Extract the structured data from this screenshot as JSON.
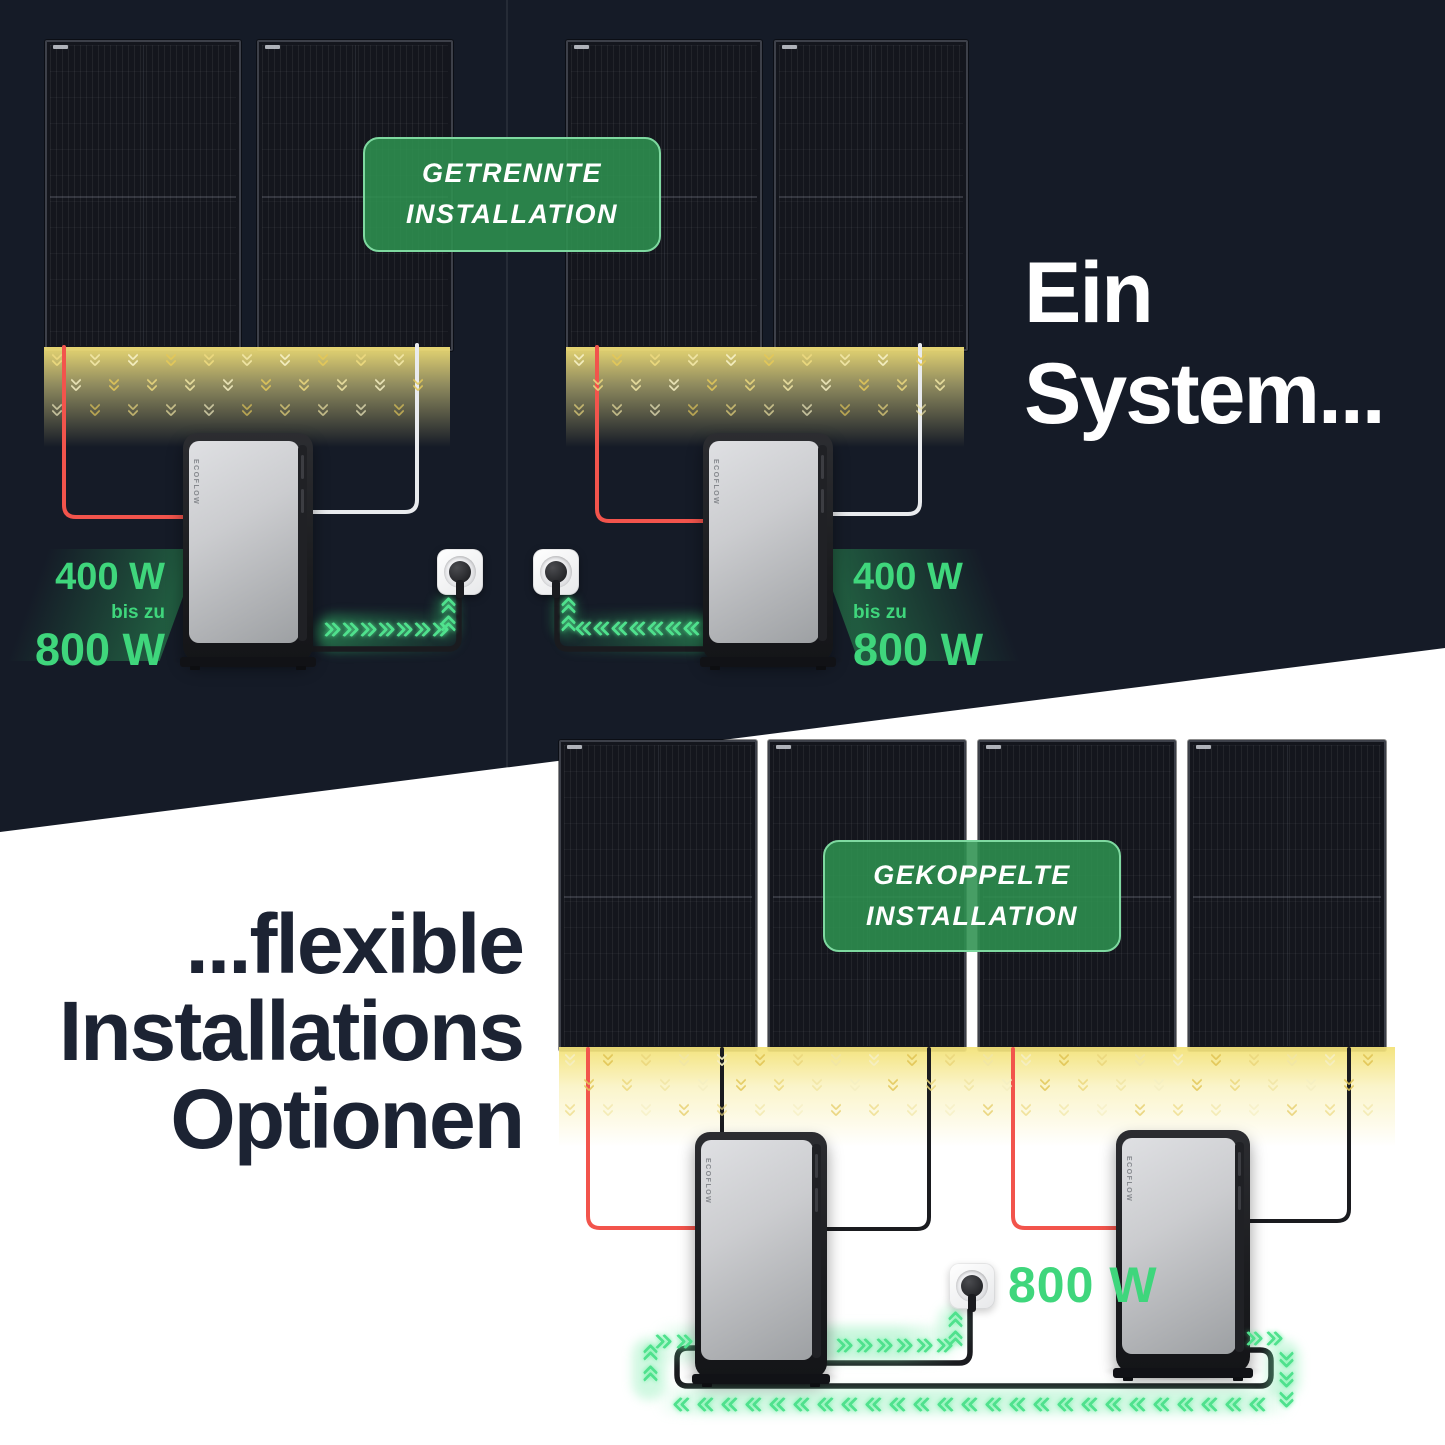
{
  "scene": {
    "top": {
      "badge": {
        "line1": "GETRENNTE",
        "line2": "INSTALLATION"
      },
      "headline": {
        "line1": "Ein",
        "line2": "System..."
      },
      "label_left": {
        "value1": "400 W",
        "connector": "bis zu",
        "value2": "800 W"
      },
      "label_right": {
        "value1": "400 W",
        "connector": "bis zu",
        "value2": "800 W"
      }
    },
    "bottom": {
      "badge": {
        "line1": "GEKOPPELTE",
        "line2": "INSTALLATION"
      },
      "headline": {
        "line1": "...flexible",
        "line2": "Installations",
        "line3": "Optionen"
      },
      "output_label": "800 W"
    },
    "brand": "ECOFLOW"
  },
  "colors": {
    "background_dark": "#151b27",
    "background_light": "#ffffff",
    "accent_green": "#3fd67c",
    "arrow_green": "#4fe18d",
    "badge_green": "#2e9150",
    "badge_border": "#7ed9a0",
    "headline_navy": "#1c2333",
    "wire_red": "#f2544c",
    "wire_light": "#e9ebee",
    "cable_black": "#1a1b1f",
    "sun_yellow": "#ecd05e"
  }
}
